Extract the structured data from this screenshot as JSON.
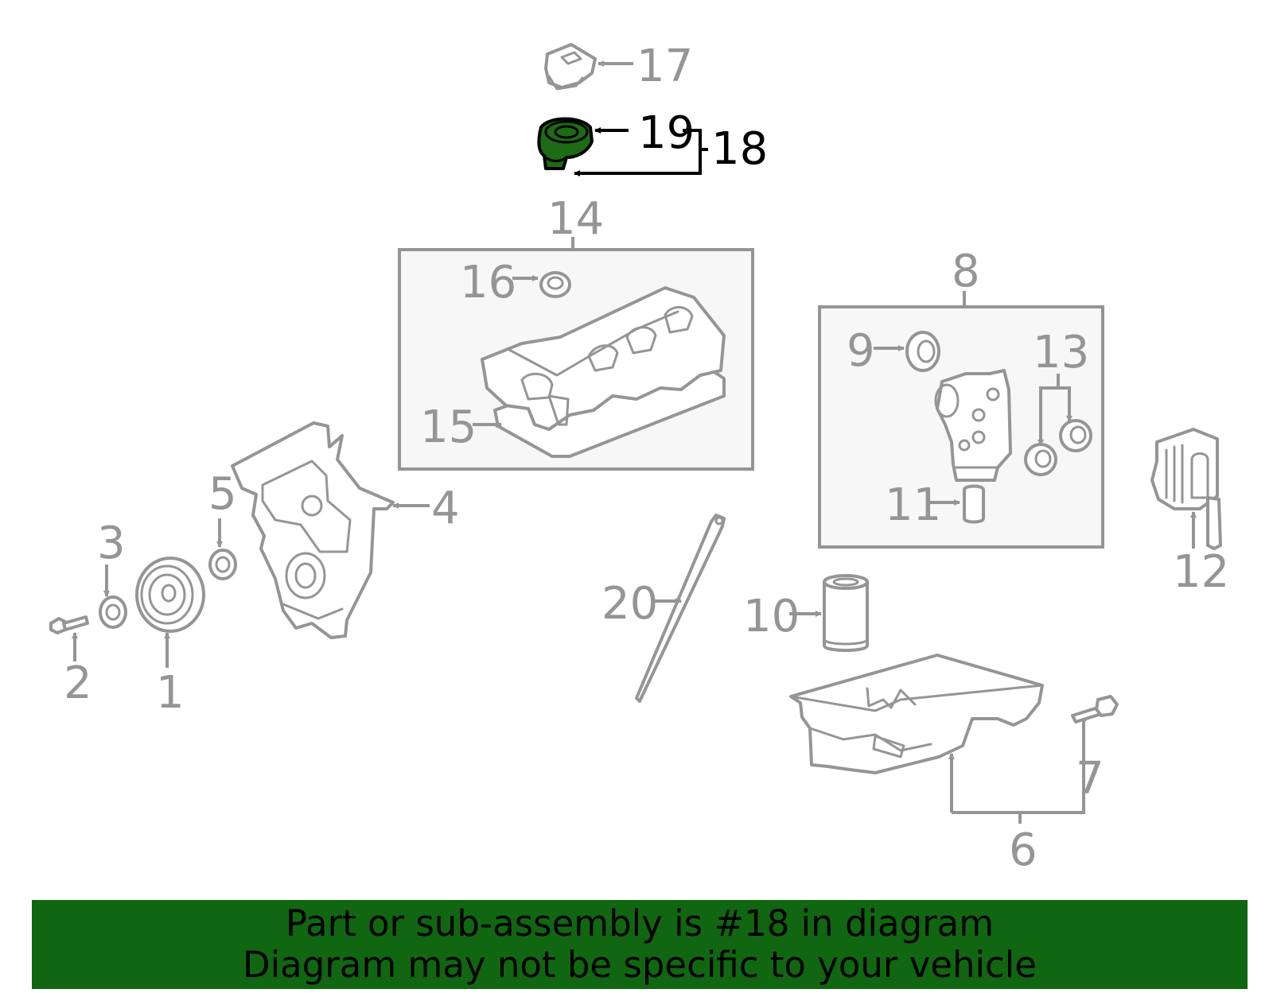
{
  "callouts": {
    "c1": "1",
    "c2": "2",
    "c3": "3",
    "c4": "4",
    "c5": "5",
    "c6": "6",
    "c7": "7",
    "c8": "8",
    "c9": "9",
    "c10": "10",
    "c11": "11",
    "c12": "12",
    "c13": "13",
    "c14": "14",
    "c15": "15",
    "c16": "16",
    "c17": "17",
    "c18": "18",
    "c19": "19",
    "c20": "20"
  },
  "highlighted_part": "18",
  "colors": {
    "highlight": "#1d6b14",
    "banner": "#116611",
    "line": "#959595"
  },
  "banner": {
    "line1": "Part or sub-assembly is #18 in diagram",
    "line2": "Diagram may not be specific to your vehicle"
  }
}
